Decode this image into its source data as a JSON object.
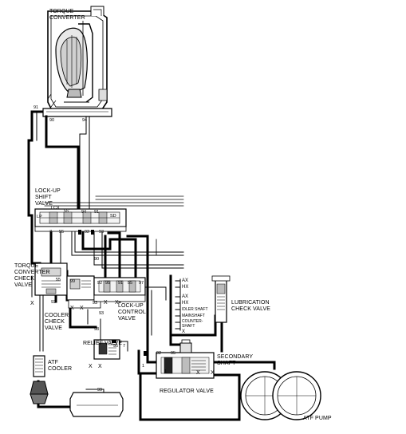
{
  "labels": {
    "torque_converter": "TORQUE\nCONVERTER",
    "lockup_shift_valve": "LOCK-UP\nSHIFT\nVALVE",
    "tc_check_valve": "TORQUE\nCONVERTER\nCHECK\nVALVE",
    "cooler_check_valve": "COOLER\nCHECK\nVALVE",
    "lockup_control_valve": "LOCK-UP\nCONTROL\nVALVE",
    "relief_valve": "RELIEF VALVE",
    "atf_cooler": "ATF\nCOOLER",
    "regulator_valve": "REGULATOR VALVE",
    "secondary_shaft": "SECONDARY\nSHAFT",
    "lubrication_check_valve": "LUBRICATION\nCHECK VALVE",
    "atf_pump": "ATF PUMP"
  },
  "lube_points": {
    "ax1": "AX",
    "hx1": "HX",
    "ax2": "AX",
    "hx2": "HX",
    "idler_shaft": "IDLER SHAFT",
    "mainshaft": "MAINSHAFT",
    "countershaft": "COUNTER-\nSHAFT",
    "x_end": "X"
  },
  "ports": {
    "p91a": "91",
    "p90": "90",
    "p94a": "94",
    "lcx": "LCX",
    "p55a": "55'",
    "p94b": "94",
    "p91b": "91",
    "sd": "SD",
    "lp": "LP",
    "p7a": "7",
    "p55b": "55",
    "p92a": "92",
    "p93a": "93",
    "p90b": "90",
    "p55c": "55",
    "p99a": "99",
    "p93b": "93",
    "p92b": "92",
    "p95a": "95",
    "p91c": "91",
    "p55d": "55",
    "p97": "97",
    "p93c": "93",
    "p93d": "93",
    "p98": "98",
    "p95b": "95",
    "p7b": "7",
    "p92c": "92",
    "p95c": "95",
    "p1a": "1",
    "p1b": "1",
    "p99b": "99"
  },
  "exhausts": {
    "x1": "X",
    "x2": "X",
    "x3": "X",
    "x4": "X",
    "x5": "X",
    "x6": "X",
    "x7": "X",
    "x8": "X",
    "x9": "X"
  }
}
